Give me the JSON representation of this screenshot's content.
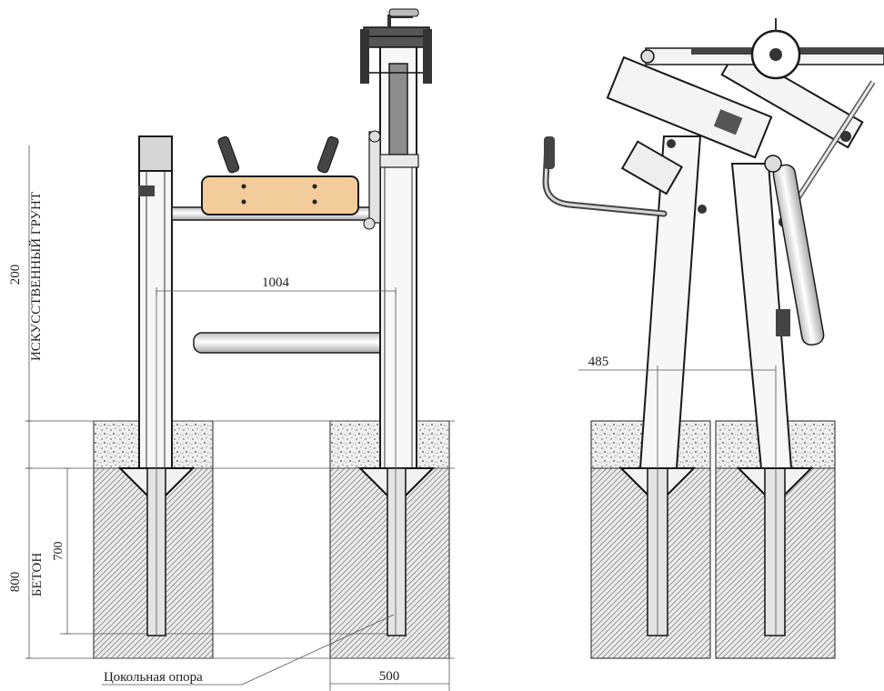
{
  "labels": {
    "layer_top": "ИСКУССТВЕННЫЙ ГРУНТ",
    "layer_bottom": "БЕТОН",
    "footing": "Цокольная опора"
  },
  "dimensions": {
    "top_layer": "200",
    "bottom_layer": "800",
    "embed_depth": "700",
    "post_spacing_front": "1004",
    "post_spacing_side": "485",
    "pit_width": "500"
  },
  "colors": {
    "seat": "#f2cc9a",
    "concrete_hatch": "#8a8a8a",
    "gravel": "#bdbdbd",
    "line": "#1a1a1a"
  }
}
